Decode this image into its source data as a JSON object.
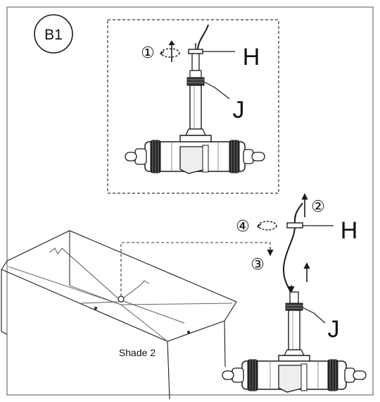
{
  "badge": {
    "label": "B1"
  },
  "top_detail": {
    "step_1": "①",
    "label_H": "H",
    "label_J": "J"
  },
  "bottom_detail": {
    "step_2": "②",
    "step_3": "③",
    "step_4": "④",
    "label_H": "H",
    "label_J": "J"
  },
  "shade": {
    "label": "Shade 2"
  }
}
